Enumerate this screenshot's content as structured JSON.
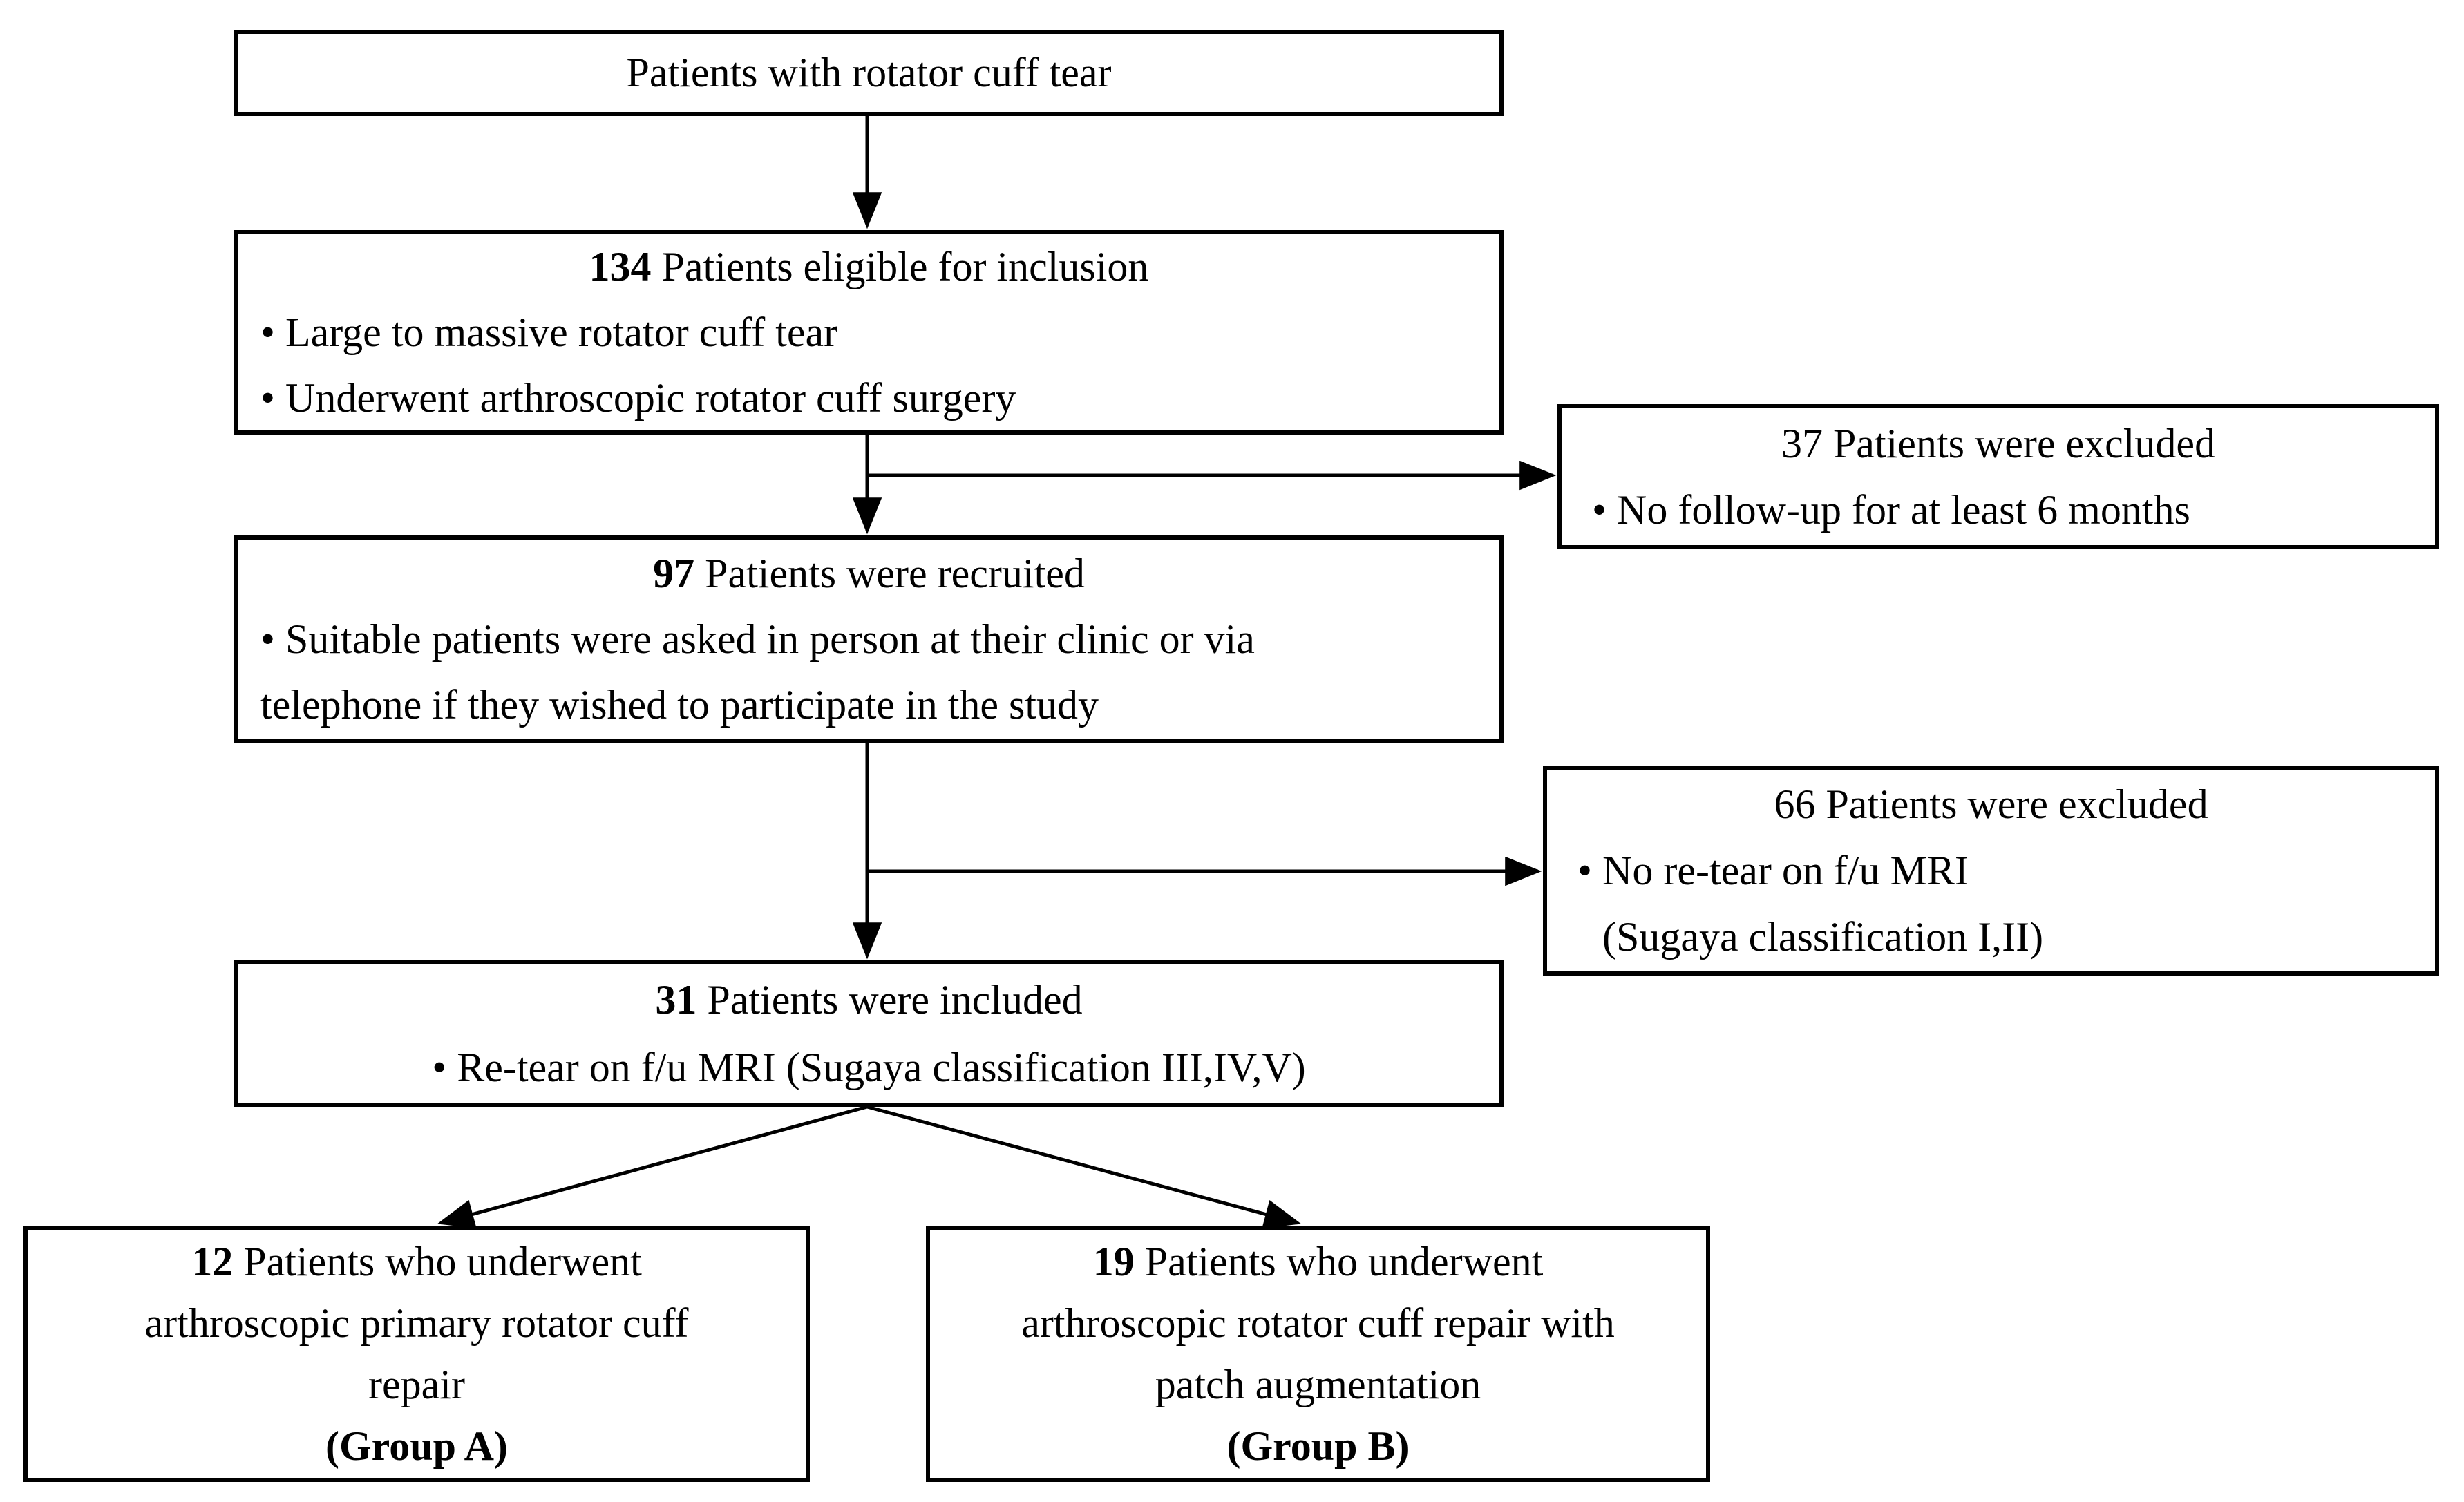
{
  "figure": {
    "background": "#ffffff",
    "ink": "#000000",
    "boxes": {
      "top": {
        "title": "Patients with rotator cuff tear"
      },
      "eligible": {
        "count": "134",
        "title_rest": " Patients eligible for inclusion",
        "bullet1": "• Large to massive rotator cuff tear",
        "bullet2": "• Underwent arthroscopic rotator cuff surgery"
      },
      "excluded1": {
        "title": "37 Patients were excluded",
        "bullet1": "• No follow-up for at least 6 months"
      },
      "recruited": {
        "count": "97",
        "title_rest": " Patients were recruited",
        "bullet1_line1": "• Suitable patients were asked in person at their clinic or via",
        "bullet1_line2": "telephone if they wished to participate in the study"
      },
      "excluded2": {
        "title": "66 Patients were excluded",
        "bullet1": "• No re-tear on f/u MRI",
        "bullet1_note": "(Sugaya classification I,II)"
      },
      "included": {
        "count": "31",
        "title_rest": " Patients were included",
        "bullet1": "• Re-tear on f/u MRI (Sugaya classification III,IV,V)"
      },
      "group_a": {
        "count": "12",
        "title_rest": " Patients who underwent",
        "line2": "arthroscopic primary rotator cuff",
        "line3": "repair",
        "label": "(Group A)"
      },
      "group_b": {
        "count": "19",
        "title_rest": " Patients who underwent",
        "line2": "arthroscopic rotator cuff repair with",
        "line3": "patch augmentation",
        "label": "(Group B)"
      }
    }
  }
}
